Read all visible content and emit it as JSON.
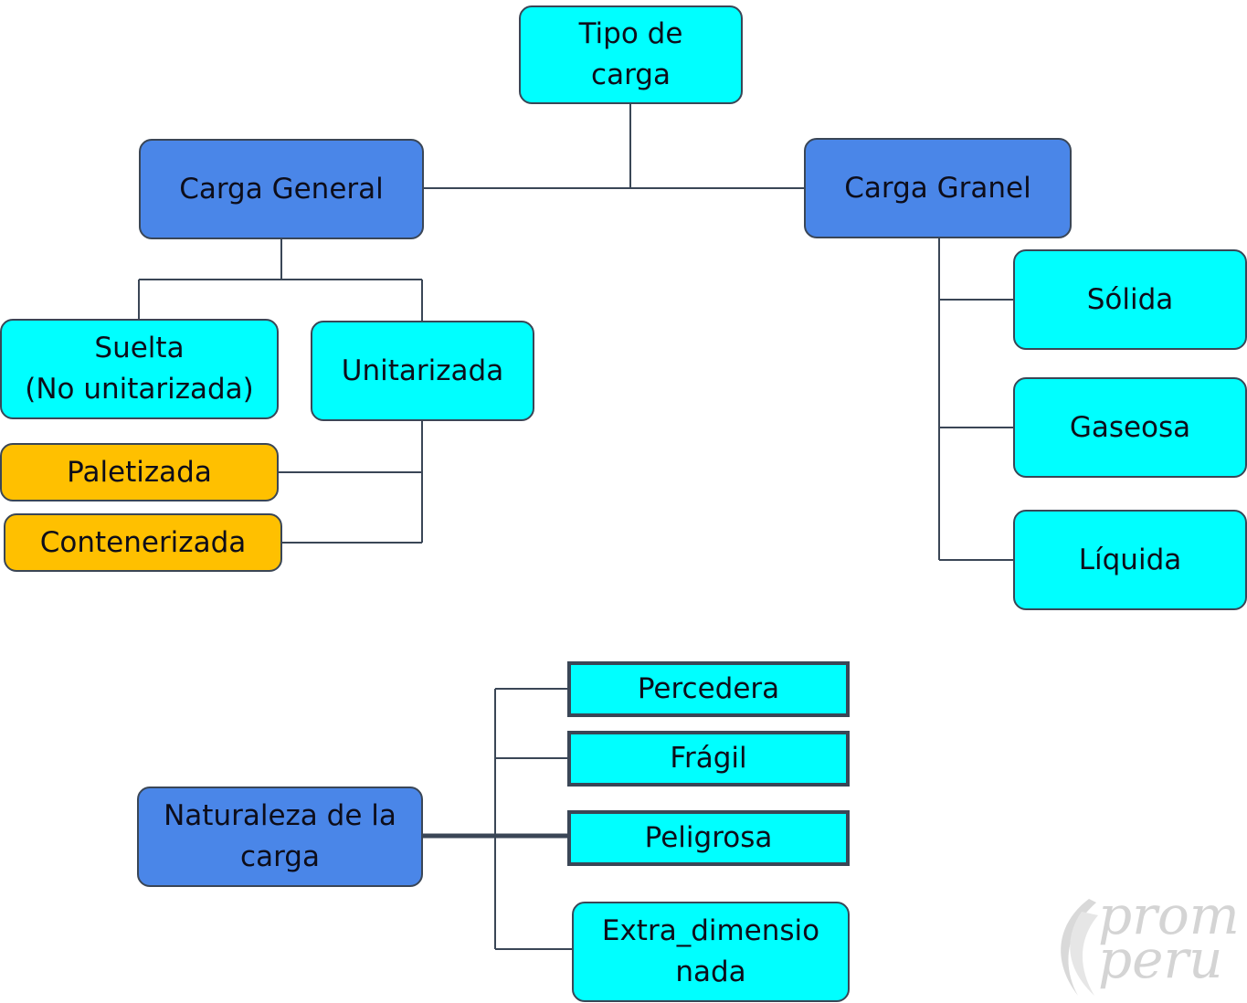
{
  "diagram": {
    "root": "Tipo de\ncarga",
    "general": {
      "label": "Carga General",
      "suelta": "Suelta\n(No unitarizada)",
      "unitarizada": "Unitarizada",
      "paletizada": "Paletizada",
      "contenerizada": "Contenerizada"
    },
    "granel": {
      "label": "Carga Granel",
      "solida": "Sólida",
      "gaseosa": "Gaseosa",
      "liquida": "Líquida"
    },
    "naturaleza": {
      "label": "Naturaleza de la\ncarga",
      "percedera": "Percedera",
      "fragil": "Frágil",
      "peligrosa": "Peligrosa",
      "extra": "Extra_dimensio\nnada"
    }
  },
  "watermark": {
    "text": "prom\nperu",
    "color": "#d4d4d4"
  },
  "colors": {
    "cyan": "#00ffff",
    "blue": "#4a86e8",
    "orange": "#ffc000",
    "line": "#3a4656"
  }
}
